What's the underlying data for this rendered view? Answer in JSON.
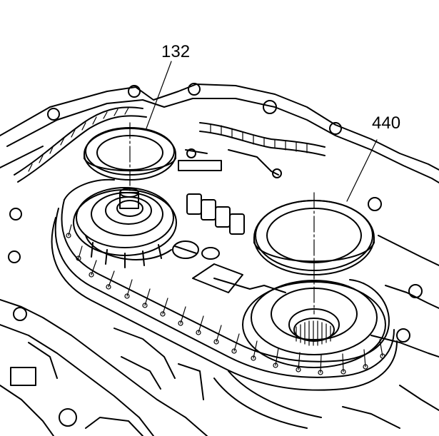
{
  "diagram": {
    "callouts": [
      {
        "id": "thrust-washer-left",
        "label": "132"
      },
      {
        "id": "thrust-washer-right",
        "label": "440"
      }
    ],
    "colors": {
      "line": "#000000",
      "background": "#ffffff"
    }
  }
}
